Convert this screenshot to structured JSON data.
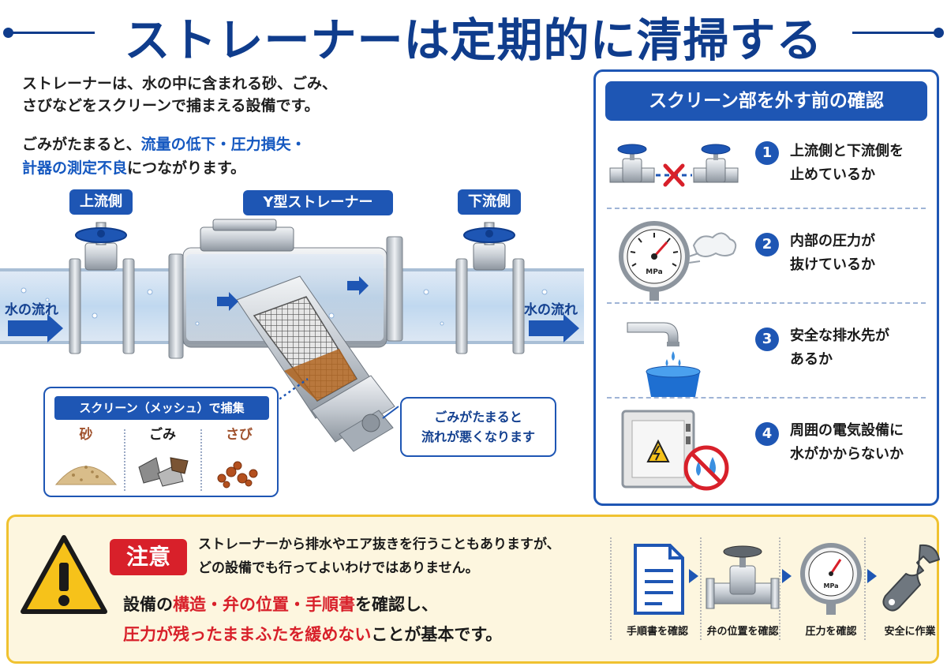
{
  "title": "ストレーナーは定期的に清掃する",
  "intro": {
    "line1": "ストレーナーは、水の中に含まれる砂、ごみ、",
    "line2": "さびなどをスクリーンで捕まえる設備です。",
    "line3_a": "ごみがたまると、",
    "line3_b": "流量の低下・圧力損失・",
    "line4_a": "計器の測定不良",
    "line4_b": "につながります。"
  },
  "diagram": {
    "upstream_label": "上流側",
    "strainer_label": "Y型ストレーナー",
    "downstream_label": "下流側",
    "flow_in_label": "水の流れ",
    "flow_out_label": "水の流れ",
    "screen_box": {
      "heading": "スクリーン（メッシュ）で捕集",
      "items": [
        {
          "label": "砂",
          "color": "#a0522d"
        },
        {
          "label": "ごみ",
          "color": "#1a1a1a"
        },
        {
          "label": "さび",
          "color": "#a0522d"
        }
      ]
    },
    "callout": {
      "line1": "ごみがたまると",
      "line2": "流れが悪くなります"
    }
  },
  "panel": {
    "heading": "スクリーン部を外す前の確認",
    "steps": [
      {
        "num": "1",
        "line1": "上流側と下流側を",
        "line2": "止めているか",
        "icon": "closed-valves-icon"
      },
      {
        "num": "2",
        "line1": "内部の圧力が",
        "line2": "抜けているか",
        "icon": "pressure-gauge-icon",
        "gauge_unit": "MPa"
      },
      {
        "num": "3",
        "line1": "安全な排水先が",
        "line2": "あるか",
        "icon": "drain-bucket-icon"
      },
      {
        "num": "4",
        "line1": "周囲の電気設備に",
        "line2": "水がかからないか",
        "icon": "electrical-panel-no-water-icon"
      }
    ]
  },
  "caution": {
    "badge": "注意",
    "line1": "ストレーナーから排水やエア抜きを行うこともありますが、",
    "line2": "どの設備でも行ってよいわけではありません。",
    "line3_a": "設備の",
    "line3_b": "構造・弁の位置・手順書",
    "line3_c": "を確認し、",
    "line4_a": "圧力が残ったままふたを緩めない",
    "line4_b": "ことが基本です。",
    "procedure": [
      {
        "label": "手順書を確認",
        "icon": "document-icon"
      },
      {
        "label": "弁の位置を確認",
        "icon": "valve-icon"
      },
      {
        "label": "圧力を確認",
        "icon": "pressure-gauge-icon",
        "gauge_unit": "MPa"
      },
      {
        "label": "安全に作業",
        "icon": "wrench-icon"
      }
    ]
  },
  "colors": {
    "brand_blue": "#1e56b4",
    "title_blue": "#0f3c8c",
    "alert_red": "#d8202a",
    "caution_yellow": "#f0c230"
  }
}
